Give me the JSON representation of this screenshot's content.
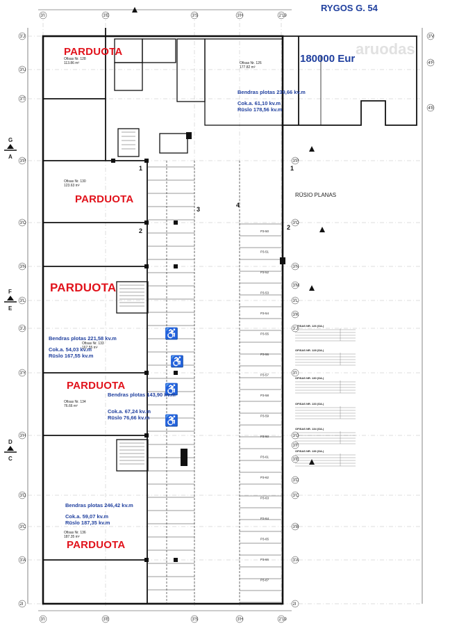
{
  "header": {
    "street": "RYGOS G. 54",
    "price": "180000 Eur",
    "watermark": "aruodas"
  },
  "plan_title": "RŪSIO PLANAS",
  "sold_label": "PARDUOTA",
  "grid_top": [
    "3'I",
    "3'E",
    "3'S",
    "3'H",
    "2'19"
  ],
  "grid_bottom": [
    "3'I",
    "3'E",
    "3'S",
    "3'H",
    "2'19"
  ],
  "grid_left": [
    "3'J",
    "3'U",
    "3'T",
    "3'P",
    "3'O",
    "3'N",
    "3'L",
    "3'J",
    "3'Y",
    "3'H",
    "3'D",
    "3'C",
    "3'A",
    "2I"
  ],
  "grid_right": [
    "3'V",
    "4'F",
    "4'E",
    "3'P",
    "3'O",
    "3'N",
    "3'M",
    "3'L",
    "3'K",
    "3'J",
    "3'I",
    "3'G",
    "3'F",
    "3'E",
    "3'D",
    "3'C",
    "3'B",
    "3'A",
    "2I"
  ],
  "section_marks": [
    {
      "a": "G",
      "b": "A"
    },
    {
      "a": "F",
      "b": "E"
    },
    {
      "a": "D",
      "b": "C"
    }
  ],
  "offices": [
    {
      "name": "Ofisas Nr. 128",
      "area": "113.86 m²"
    },
    {
      "name": "Ofisas Nr. 126",
      "area": "177.82 m²"
    },
    {
      "name": "Ofisas Nr. 130",
      "area": "123.63 m²"
    },
    {
      "name": "Ofisas Nr. 133",
      "area": "167.55 m²"
    },
    {
      "name": "Ofisas Nr. 134",
      "area": "76.66 m²"
    },
    {
      "name": "Ofisas Nr. 136",
      "area": "187.35 m²"
    }
  ],
  "area_notes": [
    {
      "total": "Bendras plotas 239,66 kv.m",
      "common": "Cok.a. 61,10 kv.m",
      "basement": "Rūslo 178,56 kv.m"
    },
    {
      "total": "Bendras plotas 221,58 kv.m",
      "common": "Cok.a. 54,03 kv.m",
      "basement": "Rūslo 167,55 kv.m"
    },
    {
      "total": "Bendras plotas 143,90 kv.m",
      "common": "Cok.a. 67,24 kv.m",
      "basement": "Rūslo 76,66 kv.m"
    },
    {
      "total": "Bendras plotas 246,42 kv.m",
      "common": "Cok.a. 59,07 kv.m",
      "basement": "Rūslo 187,35 kv.m"
    }
  ],
  "parking_labels": [
    "P3-50",
    "P3-51",
    "P3-52",
    "P3-53",
    "P3-54",
    "P3-55",
    "P3-56",
    "P3-57",
    "P3-58",
    "P3-59",
    "P3-60",
    "P3-61",
    "P3-62",
    "P3-63",
    "P3-64",
    "P3-65",
    "P3-66",
    "P3-67"
  ],
  "legend_tables": [
    {
      "title": "OFISAS NR. 126 (ŪA.)"
    },
    {
      "title": "OFISAS NR. 128 (ŪA.)"
    },
    {
      "title": "OFISAS NR. 130 (ŪA.)"
    },
    {
      "title": "OFISAS NR. 133 (ŪA.)"
    },
    {
      "title": "OFISAS NR. 134 (ŪA.)"
    },
    {
      "title": "OFISAS NR. 136 (ŪA.)"
    }
  ]
}
